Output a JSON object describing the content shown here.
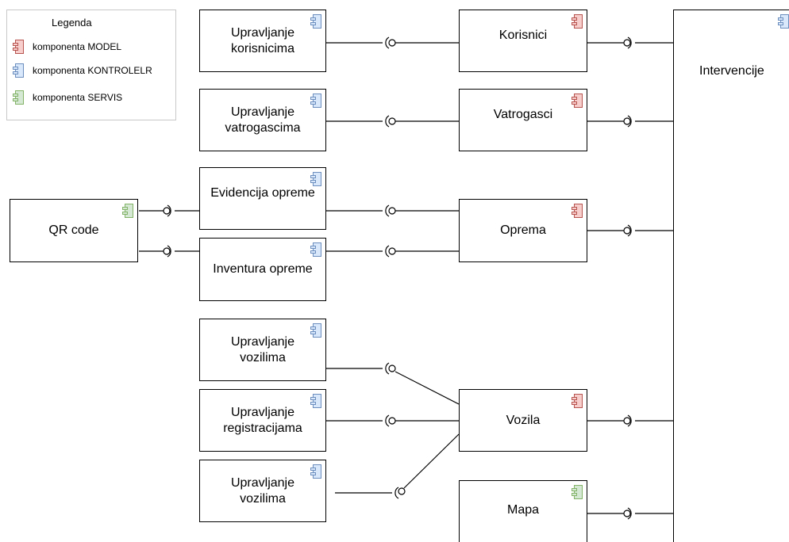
{
  "legend": {
    "title": "Legenda",
    "items": [
      {
        "label": "komponenta MODEL",
        "color": "red"
      },
      {
        "label": "komponenta KONTROLELR",
        "color": "blue"
      },
      {
        "label": "komponenta SERVIS",
        "color": "green"
      }
    ]
  },
  "colors": {
    "red": {
      "stroke": "#b85450",
      "fill": "#f8cecc"
    },
    "blue": {
      "stroke": "#6c8ebf",
      "fill": "#dae8fc"
    },
    "green": {
      "stroke": "#82b366",
      "fill": "#d5e8d4"
    }
  },
  "components": {
    "upravljanje_korisnicima": {
      "label": "Upravljanje\nkorisnicima",
      "type": "blue"
    },
    "upravljanje_vatrogascima": {
      "label": "Upravljanje\nvatrogascima",
      "type": "blue"
    },
    "evidencija_opreme": {
      "label": "Evidencija opreme",
      "type": "blue"
    },
    "inventura_opreme": {
      "label": "Inventura opreme",
      "type": "blue"
    },
    "upravljanje_vozilima_1": {
      "label": "Upravljanje\nvozilima",
      "type": "blue"
    },
    "upravljanje_registracijama": {
      "label": "Upravljanje\nregistracijama",
      "type": "blue"
    },
    "upravljanje_vozilima_2": {
      "label": "Upravljanje\nvozilima",
      "type": "blue"
    },
    "qr_code": {
      "label": "QR code",
      "type": "green"
    },
    "korisnici": {
      "label": "Korisnici",
      "type": "red"
    },
    "vatrogasci": {
      "label": "Vatrogasci",
      "type": "red"
    },
    "oprema": {
      "label": "Oprema",
      "type": "red"
    },
    "vozila": {
      "label": "Vozila",
      "type": "red"
    },
    "mapa": {
      "label": "Mapa",
      "type": "green"
    },
    "intervencije": {
      "label": "Intervencije",
      "type": "blue"
    }
  }
}
